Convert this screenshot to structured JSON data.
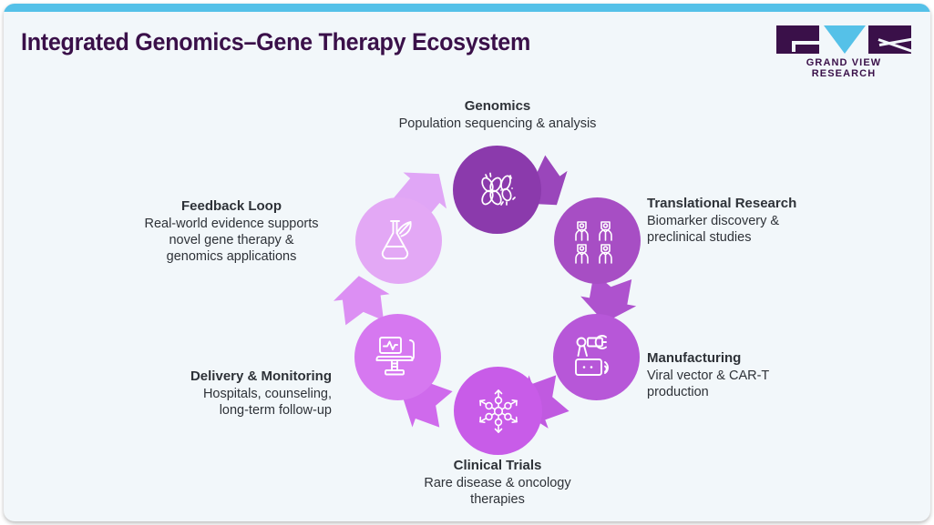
{
  "header": {
    "title": "Integrated Genomics–Gene Therapy Ecosystem",
    "accent_bar_color": "#55c1e8",
    "title_color": "#3a1049"
  },
  "logo": {
    "wordmark": "GRAND VIEW RESEARCH",
    "mark_letters": "GVR",
    "dark_color": "#3a1049",
    "accent_color": "#55c1e8"
  },
  "diagram": {
    "type": "cycle",
    "background": "#f2f7fa",
    "text_color": "#2e3238",
    "nodes": [
      {
        "id": "genomics",
        "title": "Genomics",
        "desc": "Population sequencing & analysis",
        "icon": "chromosome-icon",
        "color": "#8b3aac",
        "position": "top"
      },
      {
        "id": "translational-research",
        "title": "Translational Research",
        "desc": "Biomarker discovery &\npreclinical studies",
        "icon": "people-group-icon",
        "color": "#a74ec4",
        "position": "top-right"
      },
      {
        "id": "manufacturing",
        "title": "Manufacturing",
        "desc": "Viral vector & CAR-T\nproduction",
        "icon": "robot-arm-icon",
        "color": "#b757d8",
        "position": "bottom-right"
      },
      {
        "id": "clinical-trials",
        "title": "Clinical Trials",
        "desc": "Rare disease & oncology\ntherapies",
        "icon": "molecule-icon",
        "color": "#c85ce8",
        "position": "bottom"
      },
      {
        "id": "delivery-monitoring",
        "title": "Delivery & Monitoring",
        "desc": "Hospitals, counseling,\nlong-term follow-up",
        "icon": "patient-monitor-chair-icon",
        "color": "#d678f0",
        "position": "bottom-left"
      },
      {
        "id": "feedback-loop",
        "title": "Feedback Loop",
        "desc": "Real-world evidence supports\nnovel gene therapy &\ngenomics applications",
        "icon": "flask-leaf-icon",
        "color": "#e3a8f5",
        "position": "top-left"
      }
    ],
    "arrows": [
      {
        "from": "genomics",
        "to": "translational-research",
        "color": "#9a46bb"
      },
      {
        "from": "translational-research",
        "to": "manufacturing",
        "color": "#ae52ce"
      },
      {
        "from": "manufacturing",
        "to": "clinical-trials",
        "color": "#c05ae0"
      },
      {
        "from": "clinical-trials",
        "to": "delivery-monitoring",
        "color": "#cf6aec"
      },
      {
        "from": "delivery-monitoring",
        "to": "feedback-loop",
        "color": "#dc8ff3"
      },
      {
        "from": "feedback-loop",
        "to": "genomics",
        "color": "#e0a6f6"
      }
    ]
  }
}
